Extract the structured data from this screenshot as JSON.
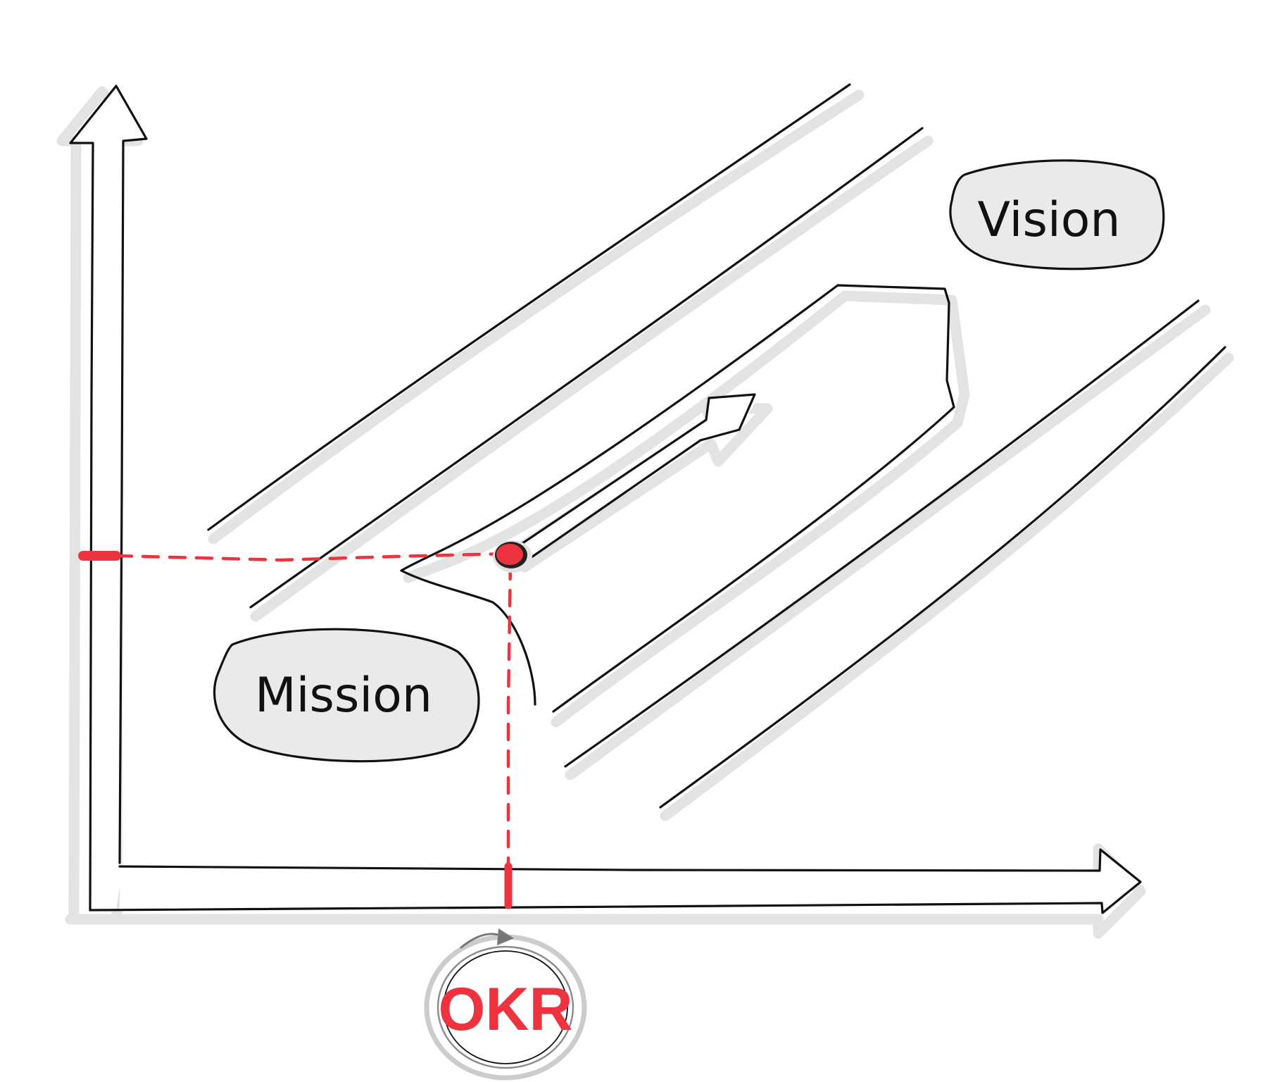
{
  "labels": {
    "vision": "Vision",
    "mission": "Mission",
    "okr": "OKR"
  },
  "colors": {
    "ink": "#111111",
    "shadow": "#e3e3e3",
    "accent_red": "#ee3340",
    "badge_fill": "#eaeaea",
    "background": "#ffffff"
  },
  "icons": {
    "refresh": "circular-refresh-arrow-icon"
  }
}
